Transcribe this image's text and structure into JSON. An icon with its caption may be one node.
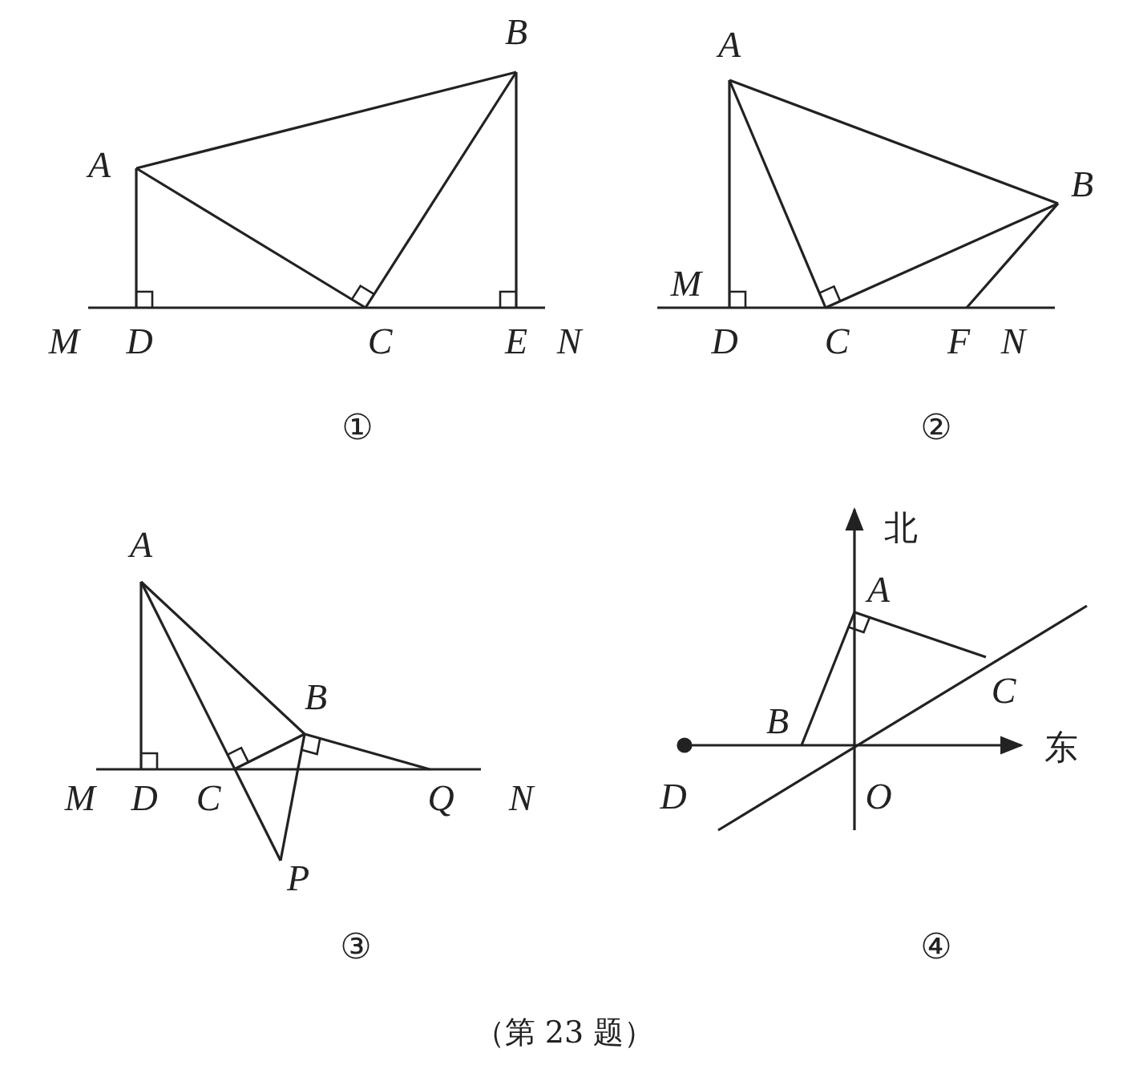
{
  "diagram": {
    "caption": "（第 23 题）",
    "labels": [
      "B",
      "A",
      "M",
      "D",
      "C",
      "E",
      "N",
      "①",
      "A",
      "B",
      "M",
      "D",
      "C",
      "F",
      "N",
      "②",
      "A",
      "B",
      "M",
      "D",
      "C",
      "Q",
      "N",
      "P",
      "③",
      "北",
      "A",
      "C",
      "B",
      "东",
      "D",
      "O",
      "④"
    ]
  }
}
